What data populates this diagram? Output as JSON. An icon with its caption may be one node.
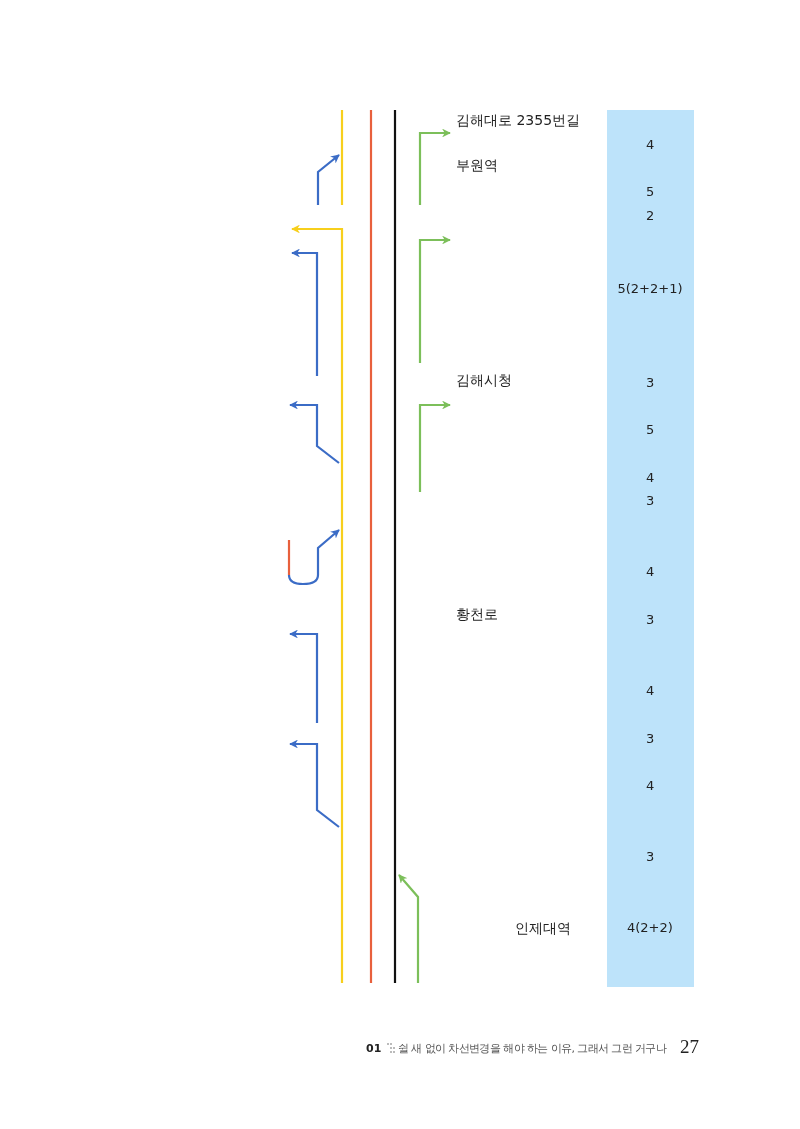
{
  "diagram": {
    "labels": [
      "김해대로 2355번길",
      "4",
      "부원역",
      "5",
      "2",
      "5(2+2+1)",
      "김해시청",
      "3",
      "5",
      "4",
      "3",
      "4",
      "황천로",
      "3",
      "4",
      "3",
      "4",
      "3",
      "인제대역",
      "4(2+2)",
      "01",
      "쉴 새 없이 차선변경을 해야 하는 이유, 그래서 그런 거구나",
      "27"
    ]
  }
}
